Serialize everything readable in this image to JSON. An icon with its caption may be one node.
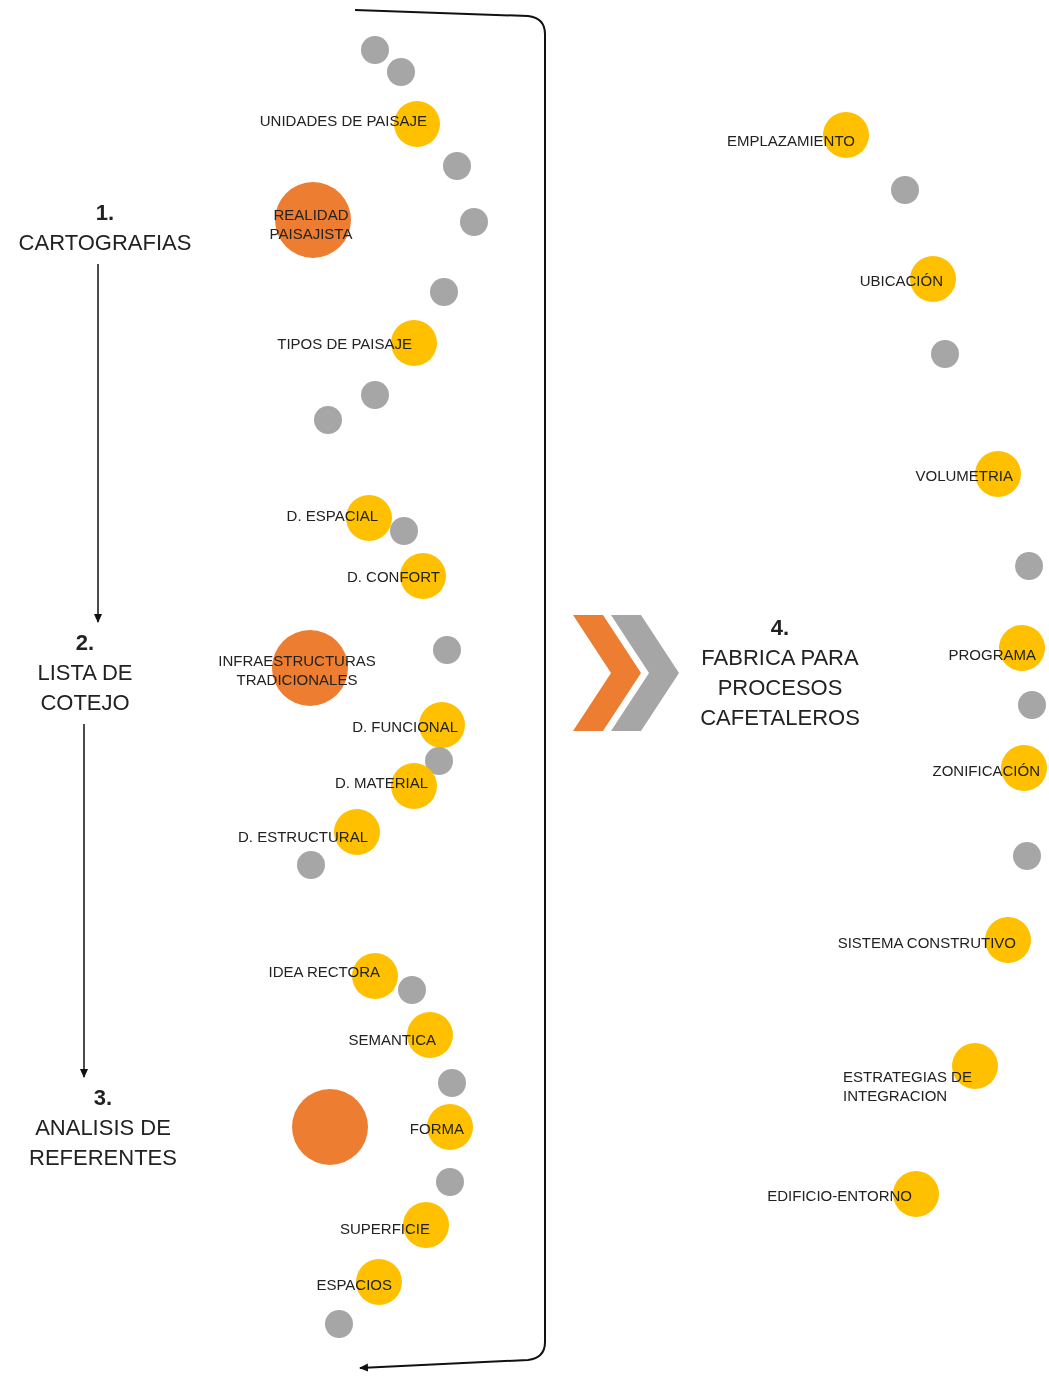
{
  "diagram": {
    "nodes": [
      {
        "text": [
          "1.",
          "CARTOGRAFIAS"
        ]
      },
      {
        "text": [],
        "shape": "circle"
      },
      {
        "text": [],
        "shape": "circle"
      },
      {
        "text": [
          "UNIDADES DE PAISAJE"
        ]
      },
      {
        "text": [],
        "shape": "circle"
      },
      {
        "text": [
          "REALIDAD PAISAJISTA"
        ]
      },
      {
        "text": [],
        "shape": "circle"
      },
      {
        "text": [],
        "shape": "circle"
      },
      {
        "text": [
          "TIPOS DE PAISAJE"
        ]
      },
      {
        "text": [],
        "shape": "circle"
      },
      {
        "text": [],
        "shape": "circle"
      },
      {
        "text": [
          "2.",
          "LISTA DE COTEJO"
        ]
      },
      {
        "text": [
          "D. ESPACIAL"
        ]
      },
      {
        "text": [],
        "shape": "circle"
      },
      {
        "text": [
          "D. CONFORT"
        ]
      },
      {
        "text": [
          "INFRAESTRUCTURAS TRADICIONALES"
        ]
      },
      {
        "text": [],
        "shape": "circle"
      },
      {
        "text": [
          "D. FUNCIONAL"
        ]
      },
      {
        "text": [],
        "shape": "circle"
      },
      {
        "text": [
          "D. MATERIAL"
        ]
      },
      {
        "text": [
          "D. ESTRUCTURAL"
        ]
      },
      {
        "text": [],
        "shape": "circle"
      },
      {
        "text": [
          "3.",
          "ANALISIS DE REFERENTES"
        ]
      },
      {
        "text": [
          "IDEA RECTORA"
        ]
      },
      {
        "text": [],
        "shape": "circle"
      },
      {
        "text": [
          "SEMANTICA"
        ]
      },
      {
        "text": [],
        "shape": "circle"
      },
      {
        "text": [],
        "shape": "circle"
      },
      {
        "text": [
          "FORMA"
        ]
      },
      {
        "text": [],
        "shape": "circle"
      },
      {
        "text": [
          "SUPERFICIE"
        ]
      },
      {
        "text": [
          "ESPACIOS"
        ]
      },
      {
        "text": [],
        "shape": "circle"
      },
      {
        "text": [
          "4.",
          "FABRICA PARA PROCESOS CAFETALEROS"
        ]
      },
      {
        "text": [
          "EMPLAZAMIENTO"
        ]
      },
      {
        "text": [],
        "shape": "circle"
      },
      {
        "text": [
          "UBICACIÓN"
        ]
      },
      {
        "text": [],
        "shape": "circle"
      },
      {
        "text": [
          "VOLUMETRIA"
        ]
      },
      {
        "text": [],
        "shape": "circle"
      },
      {
        "text": [
          "PROGRAMA"
        ]
      },
      {
        "text": [],
        "shape": "circle"
      },
      {
        "text": [
          "ZONIFICACIÓN"
        ]
      },
      {
        "text": [],
        "shape": "circle"
      },
      {
        "text": [
          "SISTEMA CONSTRUTIVO"
        ]
      },
      {
        "text": [
          "ESTRATEGIAS DE INTEGRACION"
        ]
      },
      {
        "text": [
          "EDIFICIO-ENTORNO"
        ]
      }
    ],
    "edges": [
      {
        "from": 0,
        "to": 11,
        "arrow": "to"
      },
      {
        "from": 11,
        "to": 22,
        "arrow": "to"
      },
      {
        "from": null,
        "to": 33,
        "arrow": "to"
      }
    ]
  }
}
